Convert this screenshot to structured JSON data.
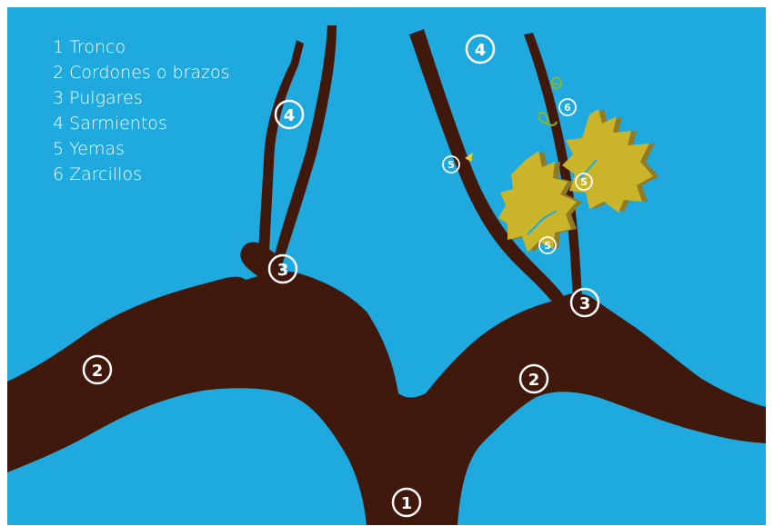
{
  "diagram": {
    "legend": [
      "1 Tronco",
      "2 Cordones o brazos",
      "3 Pulgares",
      "4 Sarmientos",
      "5 Yemas",
      "6 Zarcillos"
    ],
    "markers": {
      "tronco": "1",
      "cordon_left": "2",
      "cordon_right": "2",
      "pulgar_left": "3",
      "pulgar_right": "3",
      "sarmiento_left": "4",
      "sarmiento_right": "4",
      "yema_upper": "5",
      "yema_mid": "5",
      "yema_lower": "5",
      "zarcillo": "6"
    },
    "colors": {
      "sky": "#1ea9df",
      "wood": "#40190c",
      "leaf": "#c9b42a",
      "leaf_shadow": "#8f7a2a",
      "marker": "#ffffff"
    }
  }
}
